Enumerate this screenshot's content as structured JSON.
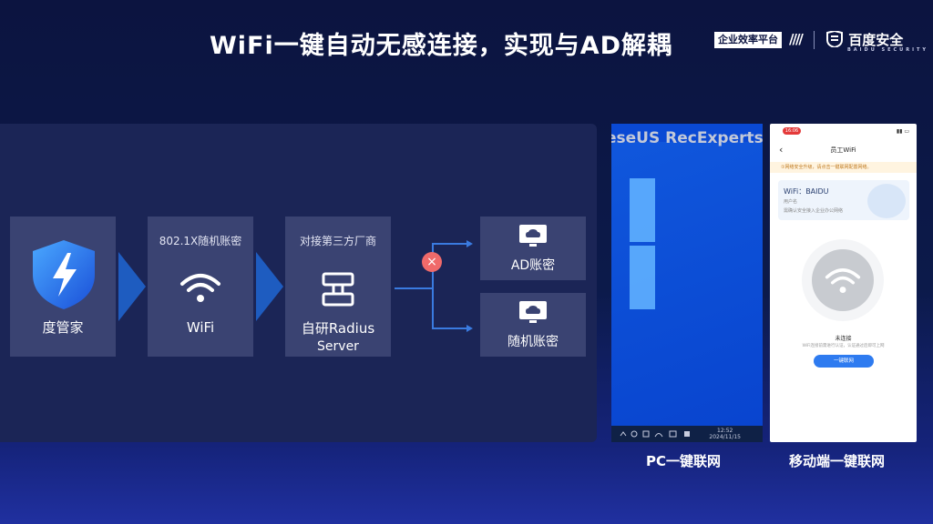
{
  "title": "WiFi一键自动无感连接，实现与AD解耦",
  "brand": {
    "platform": "企业效率平台",
    "slashes": "////",
    "name": "百度安全",
    "sub": "BAIDU SECURITY"
  },
  "flow": {
    "box1": {
      "label": "度管家"
    },
    "box2": {
      "top": "802.1X随机账密",
      "label": "WiFi"
    },
    "box3": {
      "top": "对接第三方厂商",
      "label_line1": "自研Radius",
      "label_line2": "Server"
    },
    "box4": {
      "label": "AD账密"
    },
    "box5": {
      "label": "随机账密"
    },
    "blocked_symbol": "×"
  },
  "pc": {
    "watermark": "eseUS RecExperts",
    "clock_time": "12:52",
    "clock_date": "2024/11/15",
    "caption": "PC一键联网"
  },
  "phone": {
    "status_time": "16:06",
    "title": "员工WiFi",
    "notice": "①网络安全升级，请点击一键联网配置网络。",
    "wifi_name": "WiFi：BAIDU",
    "user_label": "用户名",
    "hint": "需确认安全接入企业办公网络",
    "status": "未连接",
    "sub": "WiFi连接前需进行认证，认证通过后即可上网",
    "button": "一键联网",
    "caption": "移动端一键联网"
  },
  "colors": {
    "accent": "#2e7bf0",
    "warn": "#f06a6a",
    "box": "#3a4372",
    "panel": "#1b2556"
  }
}
